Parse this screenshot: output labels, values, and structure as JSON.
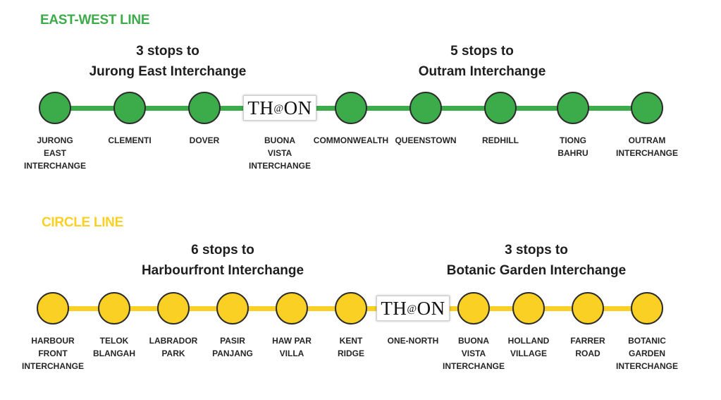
{
  "brand": {
    "name_prefix": "TH",
    "name_at": "@",
    "name_suffix": "ON"
  },
  "colors": {
    "east_west": "#3cab4a",
    "circle": "#f9d023",
    "text": "#262626"
  },
  "lines": [
    {
      "id": "ew",
      "title": "EAST-WEST LINE",
      "summaries": [
        {
          "stops": "3 stops to",
          "destination": "Jurong East Interchange"
        },
        {
          "stops": "5 stops to",
          "destination": "Outram Interchange"
        }
      ],
      "stations": [
        {
          "lines": [
            "JURONG",
            "EAST",
            "INTERCHANGE"
          ]
        },
        {
          "lines": [
            "CLEMENTI"
          ]
        },
        {
          "lines": [
            "DOVER"
          ]
        },
        {
          "lines": [
            "BUONA",
            "VISTA",
            "INTERCHANGE"
          ],
          "logo": true
        },
        {
          "lines": [
            "COMMONWEALTH"
          ]
        },
        {
          "lines": [
            "QUEENSTOWN"
          ]
        },
        {
          "lines": [
            "REDHILL"
          ]
        },
        {
          "lines": [
            "TIONG",
            "BAHRU"
          ]
        },
        {
          "lines": [
            "OUTRAM",
            "INTERCHANGE"
          ]
        }
      ]
    },
    {
      "id": "cc",
      "title": "CIRCLE LINE",
      "summaries": [
        {
          "stops": "6 stops to",
          "destination": "Harbourfront Interchange"
        },
        {
          "stops": "3 stops to",
          "destination": "Botanic Garden Interchange"
        }
      ],
      "stations": [
        {
          "lines": [
            "HARBOUR",
            "FRONT",
            "INTERCHANGE"
          ]
        },
        {
          "lines": [
            "TELOK",
            "BLANGAH"
          ]
        },
        {
          "lines": [
            "LABRADOR",
            "PARK"
          ]
        },
        {
          "lines": [
            "PASIR",
            "PANJANG"
          ]
        },
        {
          "lines": [
            "HAW PAR",
            "VILLA"
          ]
        },
        {
          "lines": [
            "KENT",
            "RIDGE"
          ]
        },
        {
          "lines": [
            "ONE-NORTH"
          ],
          "logo": true
        },
        {
          "lines": [
            "BUONA",
            "VISTA",
            "INTERCHANGE"
          ]
        },
        {
          "lines": [
            "HOLLAND",
            "VILLAGE"
          ]
        },
        {
          "lines": [
            "FARRER",
            "ROAD"
          ]
        },
        {
          "lines": [
            "BOTANIC",
            "GARDEN",
            "INTERCHANGE"
          ]
        }
      ]
    }
  ]
}
